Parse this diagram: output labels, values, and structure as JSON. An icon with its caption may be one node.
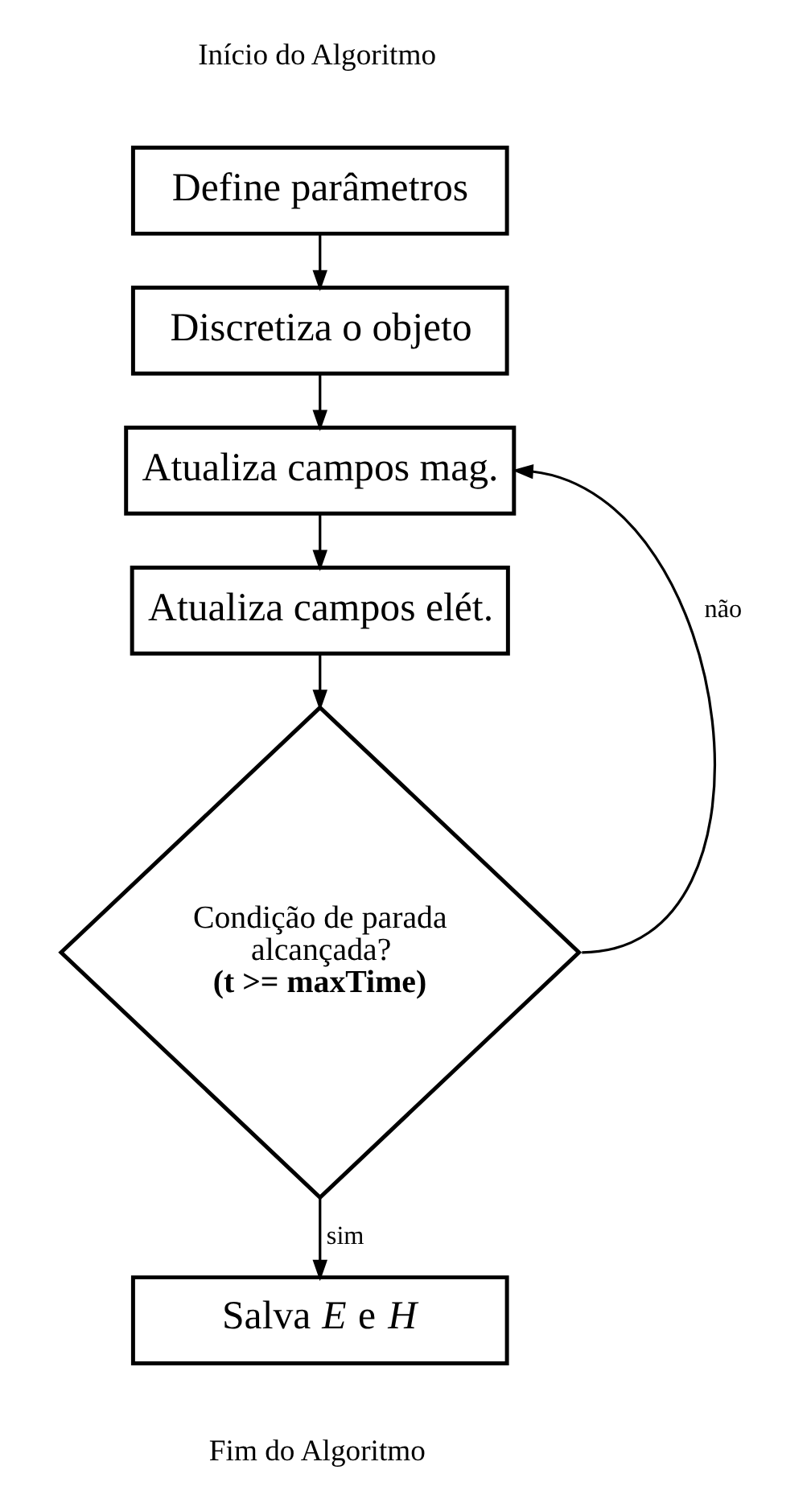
{
  "diagram": {
    "nodes": [
      {
        "text": [
          "Define parâmetros"
        ]
      },
      {
        "text": [
          "Discretiza o objeto"
        ]
      },
      {
        "text": [
          "Atualiza campos mag."
        ]
      },
      {
        "text": [
          "Atualiza campos elét."
        ]
      },
      {
        "text": [
          "Condição de parada alcançada?",
          "(t >= maxTime)"
        ]
      },
      {
        "text": [
          "Salva *E* e *H*"
        ]
      }
    ],
    "edges": [
      {
        "from": 0,
        "to": 1,
        "arrow": "to"
      },
      {
        "from": 1,
        "to": 2,
        "arrow": "to"
      },
      {
        "from": 2,
        "to": 3,
        "arrow": "to"
      },
      {
        "from": 3,
        "to": 4,
        "arrow": "to"
      },
      {
        "from": 4,
        "to": 2,
        "arrow": "to",
        "label": "não"
      },
      {
        "from": 4,
        "to": 5,
        "arrow": "to",
        "label": "sim"
      }
    ],
    "labels": [
      "Início do Algoritmo",
      "Fim do Algoritmo"
    ]
  }
}
